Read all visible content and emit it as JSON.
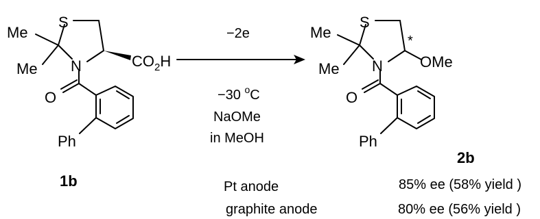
{
  "reactant": {
    "atoms": {
      "sulfur": "S",
      "nitrogen": "N",
      "oxygen": "O",
      "methyl_1": "Me",
      "methyl_2": "Me",
      "carboxyl_main": "CO",
      "carboxyl_sub": "2",
      "carboxyl_end": "H",
      "phenyl": "Ph"
    },
    "label": "1b"
  },
  "conditions": {
    "reagent_above": "−2e",
    "temperature_value": "−30 ",
    "temperature_degree": "o",
    "temperature_unit": "C",
    "base": "NaOMe",
    "solvent": "in MeOH"
  },
  "product": {
    "atoms": {
      "sulfur": "S",
      "nitrogen": "N",
      "oxygen": "O",
      "methyl_1": "Me",
      "methyl_2": "Me",
      "methoxy": "OMe",
      "phenyl": "Ph",
      "stereo_mark": "*"
    },
    "label": "2b"
  },
  "results": [
    {
      "anode": "Pt anode",
      "outcome": "85% ee (58% yield )"
    },
    {
      "anode": "graphite anode",
      "outcome": "80% ee (56% yield )"
    }
  ]
}
